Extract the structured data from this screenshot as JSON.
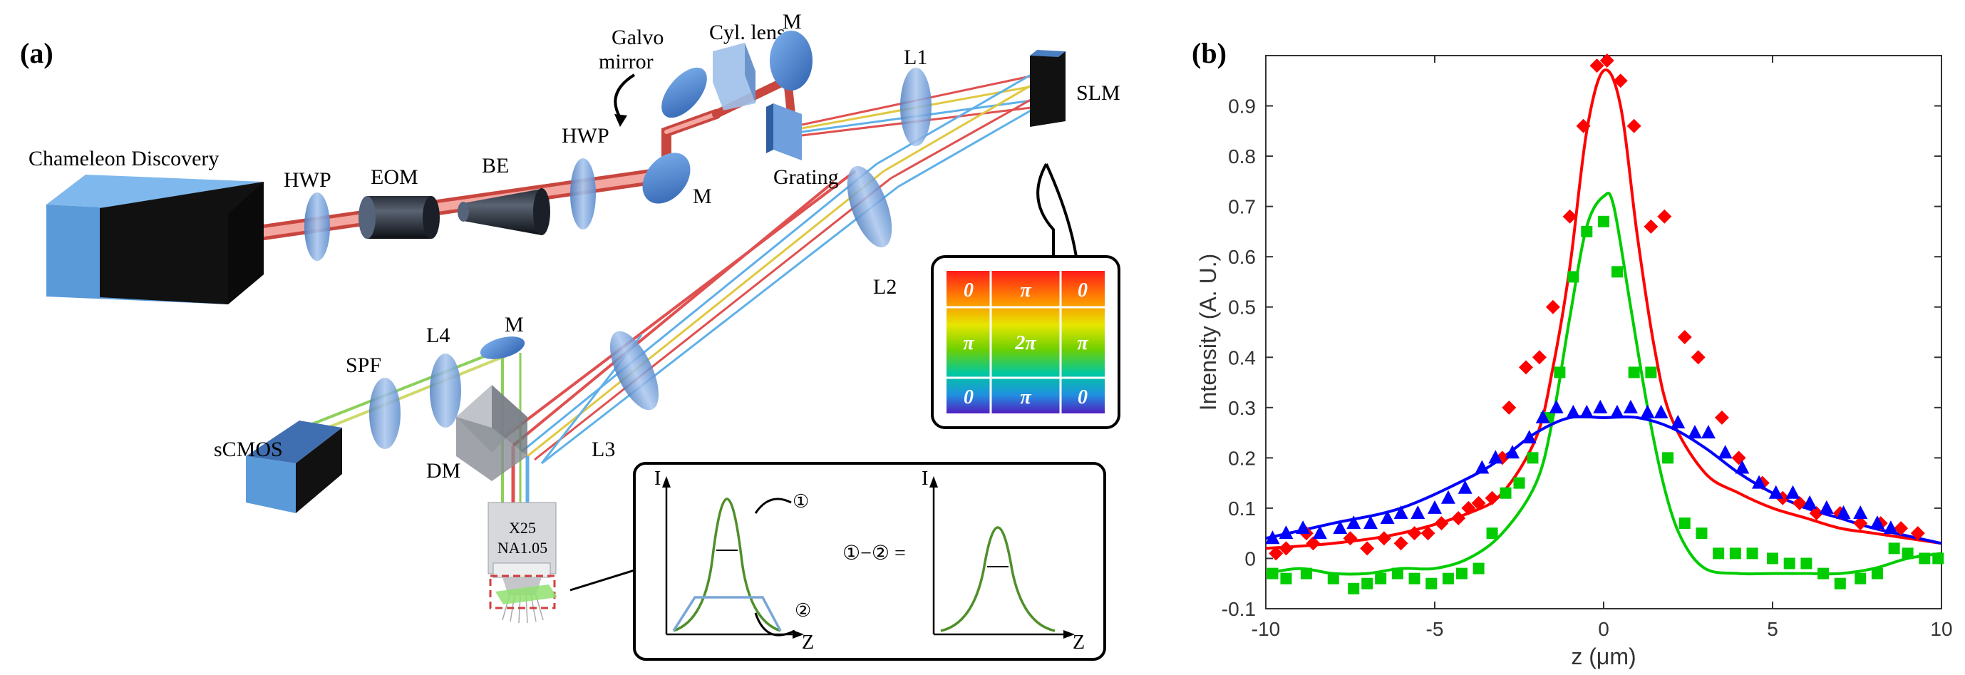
{
  "panel_a": {
    "label": "(a)",
    "components": {
      "laser": "Chameleon Discovery",
      "hwp1": "HWP",
      "eom": "EOM",
      "be": "BE",
      "hwp2": "HWP",
      "m1": "M",
      "galvo": "Galvo mirror",
      "cyl": "Cyl. lens",
      "m2": "M",
      "grating": "Grating",
      "l1": "L1",
      "slm": "SLM",
      "l2": "L2",
      "l3": "L3",
      "l4": "L4",
      "spf": "SPF",
      "m3": "M",
      "dm": "DM",
      "scmos": "sCMOS",
      "objective_mag": "X25",
      "objective_na": "NA1.05"
    },
    "phase_grid": [
      [
        "0",
        "π",
        "0"
      ],
      [
        "π",
        "2π",
        "π"
      ],
      [
        "0",
        "π",
        "0"
      ]
    ],
    "inset": {
      "axis_i": "I",
      "axis_z": "Z",
      "mark1": "①",
      "mark2": "②",
      "equation": "①−② ="
    }
  },
  "chart_data": {
    "label": "(b)",
    "type": "scatter",
    "xlabel": "z (μm)",
    "ylabel": "Intensity (A. U.)",
    "xlim": [
      -10,
      10
    ],
    "ylim": [
      -0.1,
      1.0
    ],
    "xticks": [
      -10,
      -5,
      0,
      5,
      10
    ],
    "yticks": [
      -0.1,
      0,
      0.1,
      0.2,
      0.3,
      0.4,
      0.5,
      0.6,
      0.7,
      0.8,
      0.9
    ],
    "ytick_labels": [
      "-0.1",
      "0",
      "0.1",
      "0.2",
      "0.3",
      "0.4",
      "0.5",
      "0.6",
      "0.7",
      "0.8",
      "0.9"
    ],
    "xtick_labels": [
      "-10",
      "-5",
      "0",
      "5",
      "10"
    ],
    "grid": false,
    "series": [
      {
        "color": "#ff0000",
        "marker": "diamond",
        "points": [
          [
            -9.7,
            0.01
          ],
          [
            -9.4,
            0.02
          ],
          [
            -8.8,
            0.05
          ],
          [
            -8.6,
            0.03
          ],
          [
            -7.5,
            0.04
          ],
          [
            -7.0,
            0.02
          ],
          [
            -6.5,
            0.04
          ],
          [
            -6.0,
            0.03
          ],
          [
            -5.6,
            0.05
          ],
          [
            -5.2,
            0.05
          ],
          [
            -4.8,
            0.07
          ],
          [
            -4.3,
            0.08
          ],
          [
            -4.0,
            0.1
          ],
          [
            -3.7,
            0.11
          ],
          [
            -3.3,
            0.12
          ],
          [
            -3.0,
            0.2
          ],
          [
            -2.8,
            0.3
          ],
          [
            -2.3,
            0.38
          ],
          [
            -1.9,
            0.4
          ],
          [
            -1.5,
            0.5
          ],
          [
            -1.0,
            0.68
          ],
          [
            -0.6,
            0.86
          ],
          [
            -0.2,
            0.98
          ],
          [
            0.1,
            0.99
          ],
          [
            0.5,
            0.95
          ],
          [
            0.9,
            0.86
          ],
          [
            1.4,
            0.66
          ],
          [
            1.8,
            0.68
          ],
          [
            2.4,
            0.44
          ],
          [
            2.8,
            0.4
          ],
          [
            3.5,
            0.28
          ],
          [
            4.0,
            0.2
          ],
          [
            4.7,
            0.15
          ],
          [
            5.3,
            0.12
          ],
          [
            5.8,
            0.11
          ],
          [
            6.3,
            0.09
          ],
          [
            7.0,
            0.09
          ],
          [
            7.6,
            0.07
          ],
          [
            8.2,
            0.07
          ],
          [
            8.8,
            0.06
          ],
          [
            9.3,
            0.05
          ]
        ],
        "fit": [
          [
            -10,
            0.02
          ],
          [
            -8,
            0.03
          ],
          [
            -6,
            0.05
          ],
          [
            -4,
            0.09
          ],
          [
            -3,
            0.13
          ],
          [
            -2,
            0.24
          ],
          [
            -1.5,
            0.38
          ],
          [
            -1,
            0.58
          ],
          [
            -0.5,
            0.85
          ],
          [
            0,
            0.97
          ],
          [
            0.5,
            0.9
          ],
          [
            1,
            0.64
          ],
          [
            1.5,
            0.42
          ],
          [
            2,
            0.28
          ],
          [
            3,
            0.17
          ],
          [
            4,
            0.13
          ],
          [
            5,
            0.1
          ],
          [
            6,
            0.08
          ],
          [
            7,
            0.06
          ],
          [
            8,
            0.05
          ],
          [
            10,
            0.03
          ]
        ]
      },
      {
        "color": "#00cc00",
        "marker": "square",
        "points": [
          [
            -9.8,
            -0.03
          ],
          [
            -9.4,
            -0.04
          ],
          [
            -8.8,
            -0.03
          ],
          [
            -8.0,
            -0.04
          ],
          [
            -7.4,
            -0.06
          ],
          [
            -7.0,
            -0.05
          ],
          [
            -6.6,
            -0.04
          ],
          [
            -6.1,
            -0.03
          ],
          [
            -5.6,
            -0.04
          ],
          [
            -5.1,
            -0.05
          ],
          [
            -4.6,
            -0.04
          ],
          [
            -4.2,
            -0.03
          ],
          [
            -3.7,
            -0.02
          ],
          [
            -3.3,
            0.05
          ],
          [
            -2.9,
            0.13
          ],
          [
            -2.5,
            0.15
          ],
          [
            -2.1,
            0.2
          ],
          [
            -1.7,
            0.28
          ],
          [
            -1.3,
            0.37
          ],
          [
            -0.9,
            0.56
          ],
          [
            -0.5,
            0.65
          ],
          [
            0.0,
            0.67
          ],
          [
            0.4,
            0.57
          ],
          [
            0.9,
            0.37
          ],
          [
            1.4,
            0.37
          ],
          [
            1.9,
            0.2
          ],
          [
            2.4,
            0.07
          ],
          [
            2.9,
            0.05
          ],
          [
            3.4,
            0.01
          ],
          [
            3.9,
            0.01
          ],
          [
            4.4,
            0.01
          ],
          [
            5.0,
            0.0
          ],
          [
            5.5,
            -0.01
          ],
          [
            6.0,
            -0.01
          ],
          [
            6.5,
            -0.03
          ],
          [
            7.0,
            -0.05
          ],
          [
            7.6,
            -0.04
          ],
          [
            8.1,
            -0.03
          ],
          [
            8.6,
            0.02
          ],
          [
            9.0,
            0.01
          ],
          [
            9.5,
            0.0
          ],
          [
            9.9,
            0.0
          ]
        ],
        "fit": [
          [
            -10,
            -0.03
          ],
          [
            -9,
            -0.02
          ],
          [
            -8,
            -0.03
          ],
          [
            -7,
            -0.03
          ],
          [
            -6,
            -0.02
          ],
          [
            -5,
            -0.02
          ],
          [
            -4,
            0.0
          ],
          [
            -3,
            0.05
          ],
          [
            -2,
            0.15
          ],
          [
            -1.5,
            0.28
          ],
          [
            -1,
            0.48
          ],
          [
            -0.5,
            0.66
          ],
          [
            0,
            0.72
          ],
          [
            0.3,
            0.7
          ],
          [
            0.8,
            0.5
          ],
          [
            1.3,
            0.3
          ],
          [
            1.8,
            0.14
          ],
          [
            2.3,
            0.04
          ],
          [
            3,
            -0.02
          ],
          [
            4,
            -0.03
          ],
          [
            5,
            -0.03
          ],
          [
            6,
            -0.03
          ],
          [
            7,
            -0.03
          ],
          [
            8,
            -0.02
          ],
          [
            9,
            0.0
          ],
          [
            10,
            0.01
          ]
        ]
      },
      {
        "color": "#0000ff",
        "marker": "triangle",
        "points": [
          [
            -9.8,
            0.04
          ],
          [
            -9.4,
            0.05
          ],
          [
            -8.9,
            0.06
          ],
          [
            -8.4,
            0.05
          ],
          [
            -7.8,
            0.06
          ],
          [
            -7.4,
            0.07
          ],
          [
            -6.9,
            0.07
          ],
          [
            -6.4,
            0.08
          ],
          [
            -6.0,
            0.09
          ],
          [
            -5.5,
            0.09
          ],
          [
            -5.0,
            0.1
          ],
          [
            -4.6,
            0.12
          ],
          [
            -4.1,
            0.14
          ],
          [
            -3.6,
            0.18
          ],
          [
            -3.2,
            0.2
          ],
          [
            -2.7,
            0.21
          ],
          [
            -2.2,
            0.24
          ],
          [
            -1.8,
            0.28
          ],
          [
            -1.4,
            0.3
          ],
          [
            -0.9,
            0.29
          ],
          [
            -0.5,
            0.29
          ],
          [
            -0.1,
            0.3
          ],
          [
            0.4,
            0.29
          ],
          [
            0.8,
            0.3
          ],
          [
            1.3,
            0.29
          ],
          [
            1.7,
            0.29
          ],
          [
            2.2,
            0.27
          ],
          [
            2.7,
            0.25
          ],
          [
            3.1,
            0.25
          ],
          [
            3.6,
            0.21
          ],
          [
            4.1,
            0.18
          ],
          [
            4.6,
            0.15
          ],
          [
            5.1,
            0.13
          ],
          [
            5.6,
            0.13
          ],
          [
            6.1,
            0.11
          ],
          [
            6.6,
            0.1
          ],
          [
            7.1,
            0.09
          ],
          [
            7.6,
            0.09
          ],
          [
            8.1,
            0.07
          ],
          [
            8.5,
            0.06
          ]
        ],
        "fit": [
          [
            -10,
            0.04
          ],
          [
            -8,
            0.07
          ],
          [
            -6,
            0.1
          ],
          [
            -4,
            0.16
          ],
          [
            -3,
            0.2
          ],
          [
            -2,
            0.25
          ],
          [
            -1,
            0.28
          ],
          [
            0,
            0.28
          ],
          [
            1,
            0.28
          ],
          [
            2,
            0.26
          ],
          [
            3,
            0.22
          ],
          [
            4,
            0.17
          ],
          [
            5,
            0.13
          ],
          [
            6,
            0.1
          ],
          [
            7,
            0.08
          ],
          [
            8,
            0.06
          ],
          [
            10,
            0.03
          ]
        ]
      }
    ]
  }
}
